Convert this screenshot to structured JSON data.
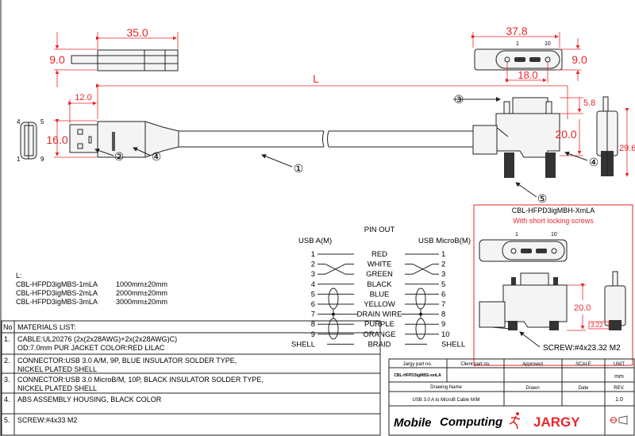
{
  "dimensions": {
    "a_length": "35.0",
    "a_height": "9.0",
    "a_plug": "12.0",
    "a_width": "16.0",
    "cable_length": "L",
    "b_length": "37.8",
    "b_height": "9.0",
    "b_screw_pitch": "18.0",
    "b_plug": "5.8",
    "b_body": "20.0",
    "b_side": "29.6",
    "b_pin_first": "1",
    "b_pin_last": "10",
    "a_pins": [
      "4",
      "5",
      "1",
      "9"
    ]
  },
  "callouts": [
    "①",
    "②",
    "③",
    "④",
    "⑤",
    "④"
  ],
  "variant": {
    "title": "CBL-HFPD3igMBH-XmLA",
    "subtitle": "With short locking screws",
    "pin_first": "1",
    "pin_last": "10",
    "body_dim": "20.0",
    "screw_dim": "3.22",
    "screw_label": "SCREW:#4x23.32 M2"
  },
  "pinout": {
    "title": "PIN OUT",
    "left_header": "USB A(M)",
    "right_header": "USB MicroB(M)",
    "rows": [
      {
        "a": "1",
        "wire": "RED",
        "b": "1"
      },
      {
        "a": "2",
        "wire": "WHITE",
        "b": "2"
      },
      {
        "a": "3",
        "wire": "GREEN",
        "b": "3"
      },
      {
        "a": "4",
        "wire": "BLACK",
        "b": "5"
      },
      {
        "a": "5",
        "wire": "BLUE",
        "b": "6"
      },
      {
        "a": "6",
        "wire": "YELLOW",
        "b": "7"
      },
      {
        "a": "7",
        "wire": "DRAIN WIRE",
        "b": "8"
      },
      {
        "a": "8",
        "wire": "PURPLE",
        "b": "9"
      },
      {
        "a": "9",
        "wire": "ORANGE",
        "b": "10"
      },
      {
        "a": "SHELL",
        "wire": "BRAID",
        "b": "SHELL"
      }
    ]
  },
  "lengths": {
    "label": "L:",
    "items": [
      {
        "part": "CBL-HFPD3igMBS-1mLA",
        "length": "1000mm±20mm"
      },
      {
        "part": "CBL-HFPD3igMBS-2mLA",
        "length": "2000mm±20mm"
      },
      {
        "part": "CBL-HFPD3igMBS-3mLA",
        "length": "3000mm±20mm"
      }
    ]
  },
  "materials": {
    "no_header": "No",
    "header": "MATERIALS LIST:",
    "items": [
      {
        "no": "1.",
        "lines": [
          "CABLE:UL20276 (2x(2x28AWG)+2x(2x28AWG)C)",
          "OD:7.0mm  PUR JACKET COLOR:RED LILAC"
        ]
      },
      {
        "no": "2.",
        "lines": [
          "CONNECTOR:USB 3.0 A/M, 9P, BLUE INSULATOR SOLDER TYPE,",
          "NICKEL PLATED SHELL"
        ]
      },
      {
        "no": "3.",
        "lines": [
          "CONNECTOR:USB 3.0 MicroB/M, 10P, BLACK INSULATOR SOLDER TYPE,",
          "NICKEL PLATED SHELL"
        ]
      },
      {
        "no": "4.",
        "lines": [
          "ABS ASSEMBLY HOUSING, BLACK COLOR"
        ]
      },
      {
        "no": "5.",
        "lines": [
          "SCREW:#4x33 M2"
        ]
      }
    ]
  },
  "title_block": {
    "jargy_part_label": "Jargy part no.",
    "client_part_label": "Client part no.",
    "approved_label": "Approved",
    "scale_label": "SCALE",
    "unit_label": "UNIT",
    "jargy_part": "CBL-HFPD3igMBS-xmLA",
    "unit": "mm",
    "drawing_name_label": "Drawing Name",
    "drawn_label": "Drawn",
    "date_label": "Date",
    "rev_label": "REV.",
    "drawing_name": "USB 3.0 A to MicroB Cable M/M",
    "rev": "1.0",
    "logo_mobile": "Mobile",
    "logo_computing": "Computing",
    "logo_jargy": "JARGY"
  },
  "colors": {
    "dimension": "#e8262a",
    "line": "#222222"
  }
}
